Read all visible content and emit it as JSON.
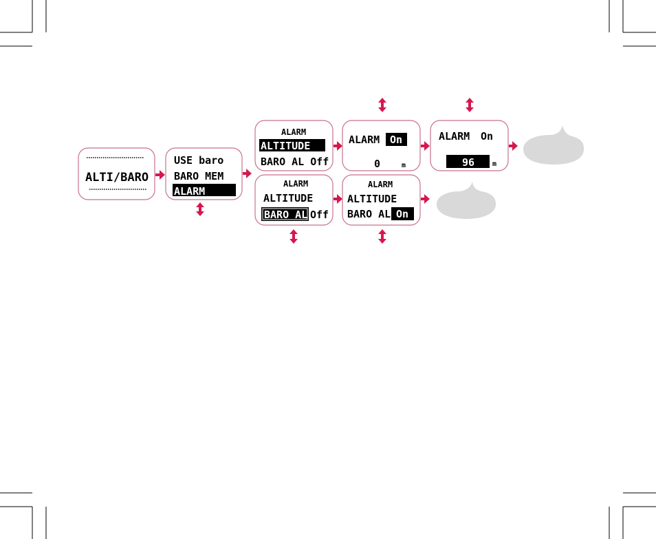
{
  "colors": {
    "accent": "#d6174f",
    "frame": "#c8728c",
    "bubble": "#d9d9d9",
    "text": "#000000",
    "highlight_text": "#ffffff"
  },
  "screens": {
    "alti_baro": {
      "label": "ALTI/BARO"
    },
    "menu": {
      "item1": "USE baro",
      "item2": "BARO MEM",
      "item3": "ALARM"
    },
    "alarm_menu_top": {
      "header": "ALARM",
      "item1": "ALTITUDE",
      "item2": "BARO AL Off"
    },
    "alarm_menu_bottom": {
      "header": "ALARM",
      "item1": "ALTITUDE",
      "item2_label": "BARO AL",
      "item2_value": "Off"
    },
    "altitude_alarm_toggle": {
      "label": "ALARM",
      "value": "On",
      "altitude_value": "0",
      "unit": "m"
    },
    "altitude_alarm_set": {
      "label": "ALARM",
      "value": "On",
      "altitude_value": "96",
      "unit": "m"
    },
    "baro_alarm_toggle": {
      "header": "ALARM",
      "item1": "ALTITUDE",
      "item2_label": "BARO AL",
      "item2_value": "On"
    }
  },
  "icons": {
    "right_arrow": "right-arrow-icon",
    "updown_arrow": "up-down-arrow-icon",
    "speech_bubble": "speech-bubble-icon",
    "crop_marks": "crop-mark-icon"
  }
}
